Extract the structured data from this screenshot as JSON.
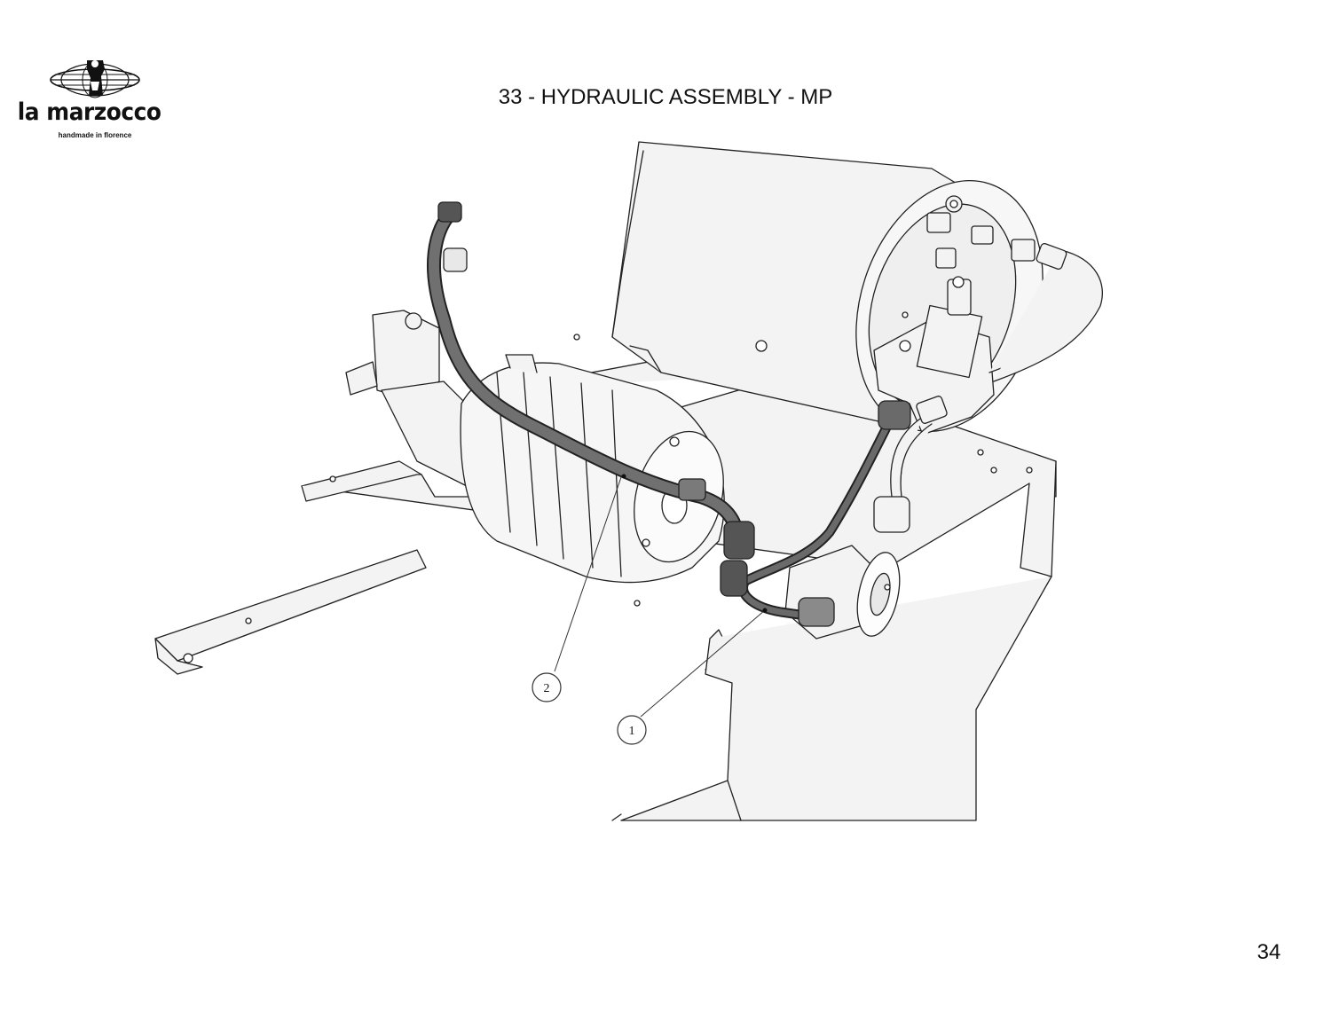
{
  "header": {
    "brand_name": "la marzocco",
    "brand_tagline": "handmade in florence",
    "title": "33 - HYDRAULIC ASSEMBLY - MP"
  },
  "diagram": {
    "callouts": [
      {
        "label": "1"
      },
      {
        "label": "2"
      }
    ]
  },
  "footer": {
    "page_number": "34"
  },
  "colors": {
    "line": "#222222",
    "fill": "#f2f2f2",
    "hose": "#6f6f6f"
  },
  "icons": {
    "logo": "globe-lion-logo-icon"
  }
}
